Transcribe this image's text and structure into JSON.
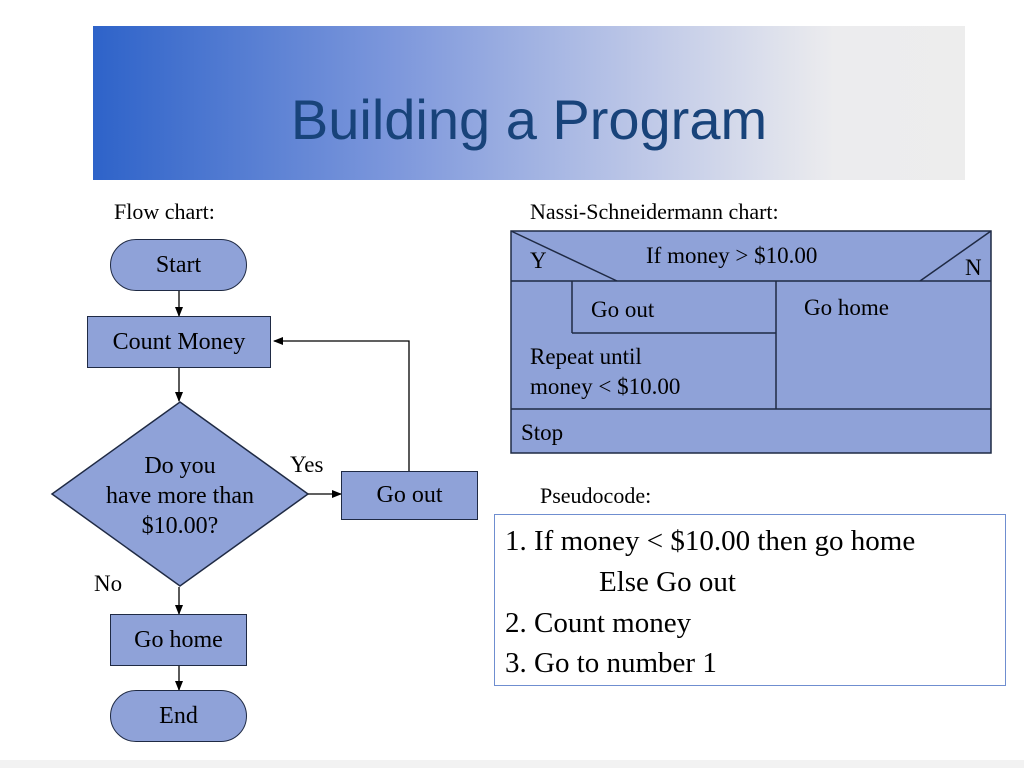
{
  "title": "Building a Program",
  "flowchart": {
    "label": "Flow chart:",
    "start": "Start",
    "count": "Count Money",
    "decision": [
      "Do you",
      "have more than",
      "$10.00?"
    ],
    "yes": "Yes",
    "no": "No",
    "go_out": "Go out",
    "go_home": "Go home",
    "end": "End"
  },
  "nassi": {
    "label": "Nassi-Schneidermann chart:",
    "condition": "If money > $10.00",
    "y": "Y",
    "n": "N",
    "go_out": "Go out",
    "go_home": "Go home",
    "repeat": [
      "Repeat until",
      "money < $10.00"
    ],
    "stop": "Stop"
  },
  "pseudocode": {
    "label": "Pseudocode:",
    "lines": [
      "1.  If money < $10.00 then go home",
      "Else Go out",
      "2.  Count money",
      "3.  Go to number 1"
    ]
  },
  "colors": {
    "shape_fill": "#8fa2d8",
    "title_text": "#18437a",
    "pseudo_border": "#6f8ed0"
  }
}
